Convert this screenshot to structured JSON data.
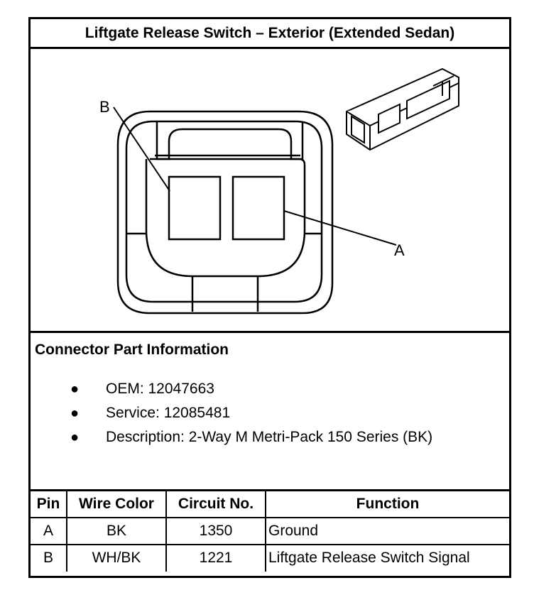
{
  "title": "Liftgate Release Switch – Exterior (Extended Sedan)",
  "diagram": {
    "label_b": "B",
    "label_a": "A"
  },
  "info": {
    "heading": "Connector Part Information",
    "items": [
      "OEM: 12047663",
      "Service: 12085481",
      "Description: 2-Way M Metri-Pack 150 Series (BK)"
    ]
  },
  "pin_table": {
    "headers": [
      "Pin",
      "Wire Color",
      "Circuit No.",
      "Function"
    ],
    "rows": [
      [
        "A",
        "BK",
        "1350",
        "Ground"
      ],
      [
        "B",
        "WH/BK",
        "1221",
        "Liftgate Release Switch Signal"
      ]
    ]
  }
}
